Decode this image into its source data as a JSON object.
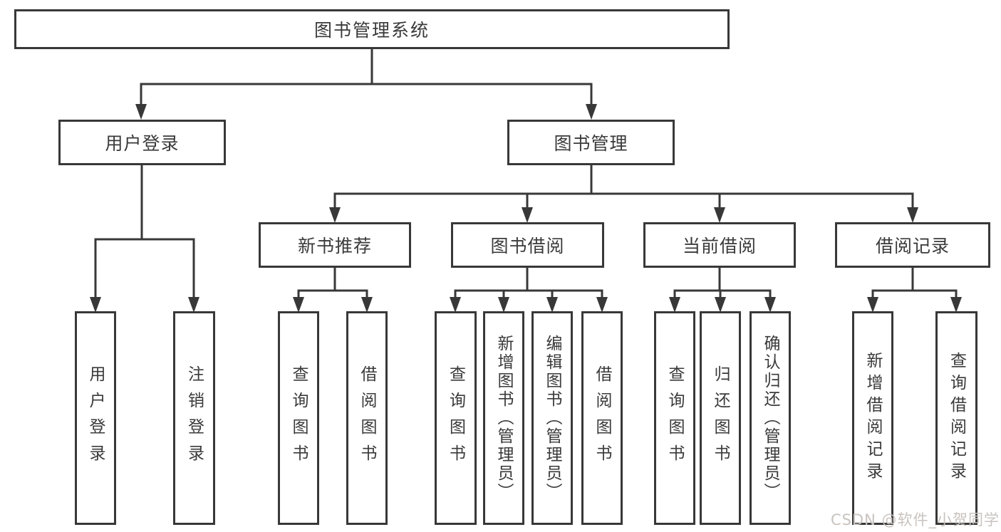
{
  "colors": {
    "line": "#383838",
    "box_border": "#383838",
    "text": "#3a3a3a",
    "watermark": "#c9c3bf",
    "background": "#ffffff"
  },
  "watermark": {
    "text": "CSDN @软件_小贺同学"
  },
  "diagram": {
    "root": {
      "label": "图书管理系统"
    },
    "branches": [
      {
        "label": "用户登录",
        "children": [
          {
            "label": "用户登录"
          },
          {
            "label": "注销登录"
          }
        ]
      },
      {
        "label": "图书管理",
        "children": [
          {
            "label": "新书推荐",
            "children": [
              {
                "label": "查询图书"
              },
              {
                "label": "借阅图书"
              }
            ]
          },
          {
            "label": "图书借阅",
            "children": [
              {
                "label": "查询图书"
              },
              {
                "label": "新增图书（管理员）"
              },
              {
                "label": "编辑图书（管理员）"
              },
              {
                "label": "借阅图书"
              }
            ]
          },
          {
            "label": "当前借阅",
            "children": [
              {
                "label": "查询图书"
              },
              {
                "label": "归还图书"
              },
              {
                "label": "确认归还（管理员）"
              }
            ]
          },
          {
            "label": "借阅记录",
            "children": [
              {
                "label": "新增借阅记录"
              },
              {
                "label": "查询借阅记录"
              }
            ]
          }
        ]
      }
    ]
  }
}
